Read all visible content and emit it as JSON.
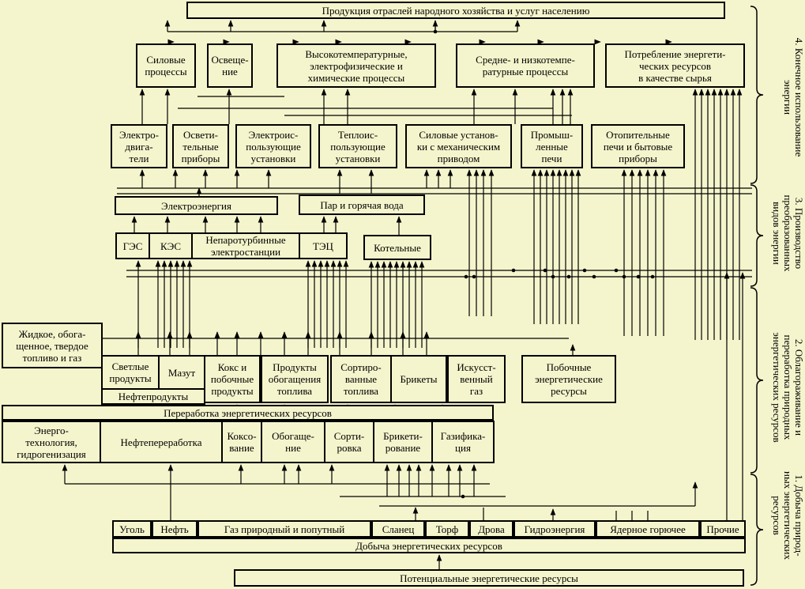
{
  "top": {
    "products": "Продукция отраслей народного хозяйства и услуг населению"
  },
  "final_use": {
    "power_processes": "Силовые\nпроцессы",
    "lighting": "Освеще-\nние",
    "high_temp": "Высокотемпературные,\nэлектрофизические и\nхимические процессы",
    "mid_low_temp": "Средне- и низкотемпе-\nратурные процессы",
    "raw_material": "Потребление энергети-\nческих ресурсов\nв качестве сырья"
  },
  "installations": {
    "motors": "Электро-\nдвига-\nтели",
    "lighting_devices": "Освети-\nтельные\nприборы",
    "electric_installations": "Электроис-\nпользующие\nустановки",
    "heat_installations": "Теплоис-\nпользующие\nустановки",
    "mechanical_drive": "Силовые установ-\nки с механическим\nприводом",
    "furnaces": "Промыш-\nленные\nпечи",
    "stoves": "Отопительные\nпечи и бытовые\nприборы"
  },
  "conversion": {
    "electricity": "Электроэнергия",
    "steam_water": "Пар и горячая вода",
    "hydro": "ГЭС",
    "condensing": "КЭС",
    "non_steam": "Непаротурбинные\nэлектростанции",
    "chp": "ТЭЦ",
    "boilers": "Котельные"
  },
  "processing": {
    "fuel_box": "Жидкое, обога-\nщенное, твердое\nтопливо и газ",
    "light_products": "Светлые\nпродукты",
    "fuel_oil": "Мазут",
    "coke": "Кокс и\nпобочные\nпродукты",
    "enrichment_products": "Продукты\nобогащения\nтоплива",
    "sorted_fuel": "Сортиро-\nванные\nтоплива",
    "briquettes": "Брикеты",
    "artificial_gas": "Искусст-\nвенный\nгаз",
    "byproducts": "Побочные\nэнергетические\nресурсы",
    "oil_products": "Нефтепродукты",
    "processing_band": "Переработка энергетических ресурсов",
    "energy_tech": "Энерго-\nтехнология,\nгидрогенизация",
    "oil_refining": "Нефтепереработка",
    "coking": "Коксо-\nвание",
    "enrichment": "Обогаще-\nние",
    "sorting": "Сорти-\nровка",
    "briquetting": "Брикети-\nрование",
    "gasification": "Газифика-\nция"
  },
  "extraction": {
    "coal": "Уголь",
    "oil": "Нефть",
    "gas": "Газ природный и  попутный",
    "shale": "Сланец",
    "peat": "Торф",
    "wood": "Дрова",
    "hydro_energy": "Гидроэнергия",
    "nuclear": "Ядерное горючее",
    "other": "Прочие",
    "extraction_band": "Добыча энергетических ресурсов"
  },
  "bottom": {
    "potential": "Потенциальные энергетические ресурсы"
  },
  "stages": {
    "s4": "4. Конечное использование\nэнергии",
    "s3": "3. Производство\nпреобразованных\nвидов энергии",
    "s2": "2. Облагораживание и\nпереработка природных\nэнергетических ресурсов",
    "s1": "1. Добыча природ-\nных энергетических\nресурсов"
  }
}
